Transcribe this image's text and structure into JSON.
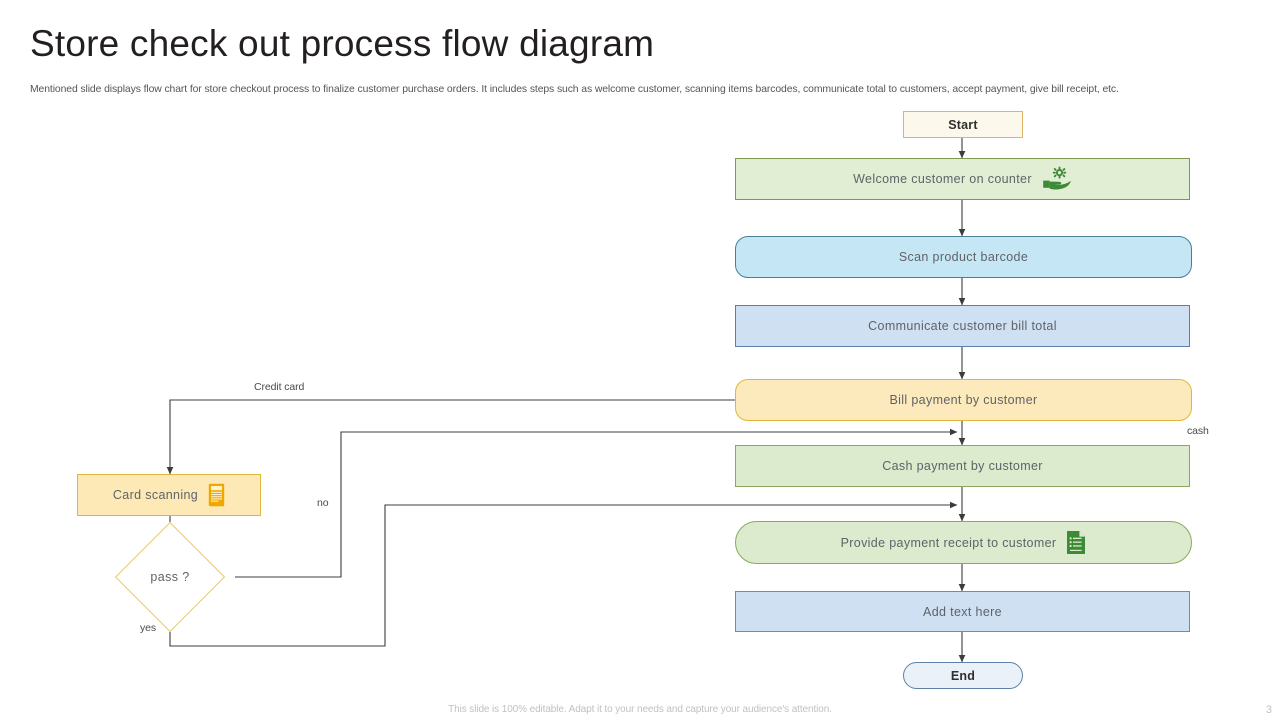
{
  "header": {
    "title": "Store check out process flow diagram",
    "subtitle": "Mentioned slide displays flow chart for store checkout process to finalize customer purchase orders. It includes steps such as welcome customer, scanning items barcodes, communicate total to customers, accept payment, give bill receipt, etc."
  },
  "footer": {
    "note": "This slide is 100% editable. Adapt it to your needs and capture your audience's attention.",
    "page_number": "3"
  },
  "flow": {
    "nodes": [
      {
        "id": "start",
        "label": "Start"
      },
      {
        "id": "welcome",
        "label": "Welcome customer on counter"
      },
      {
        "id": "scan",
        "label": "Scan product barcode"
      },
      {
        "id": "communicate",
        "label": "Communicate  customer bill total"
      },
      {
        "id": "billpay",
        "label": "Bill payment by customer"
      },
      {
        "id": "cashpay",
        "label": "Cash payment by customer"
      },
      {
        "id": "receipt",
        "label": "Provide  payment receipt to customer"
      },
      {
        "id": "addtext",
        "label": "Add text here"
      },
      {
        "id": "end",
        "label": "End"
      },
      {
        "id": "cardscan",
        "label": "Card scanning"
      },
      {
        "id": "decision",
        "label": "pass ?"
      }
    ],
    "edge_labels": {
      "credit_card": "Credit card",
      "cash": "cash",
      "no": "no",
      "yes": "yes"
    },
    "icons": {
      "welcome": "hand-gear-icon",
      "receipt": "receipt-document-icon",
      "cardscan": "card-scan-icon"
    }
  },
  "colors": {
    "green_fill": "#e2eed4",
    "green_border": "#7e9a52",
    "blue_fill": "#c5e7f5",
    "blue_border": "#4a7e98",
    "blue2_fill": "#cfe0f3",
    "blue2_border": "#5a7fa8",
    "yellow_fill": "#fdeabc",
    "yellow_border": "#e3b63a",
    "cream_fill": "#fdf8ec",
    "cream_border": "#e0b36a",
    "end_fill": "#eaf1f8",
    "end_border": "#5c82a8",
    "diamond_border": "#e7c76a",
    "connector": "#3c3c3c",
    "title_text": "#231f20",
    "body_text": "#55565a",
    "footer_text": "#bfc1c4"
  }
}
